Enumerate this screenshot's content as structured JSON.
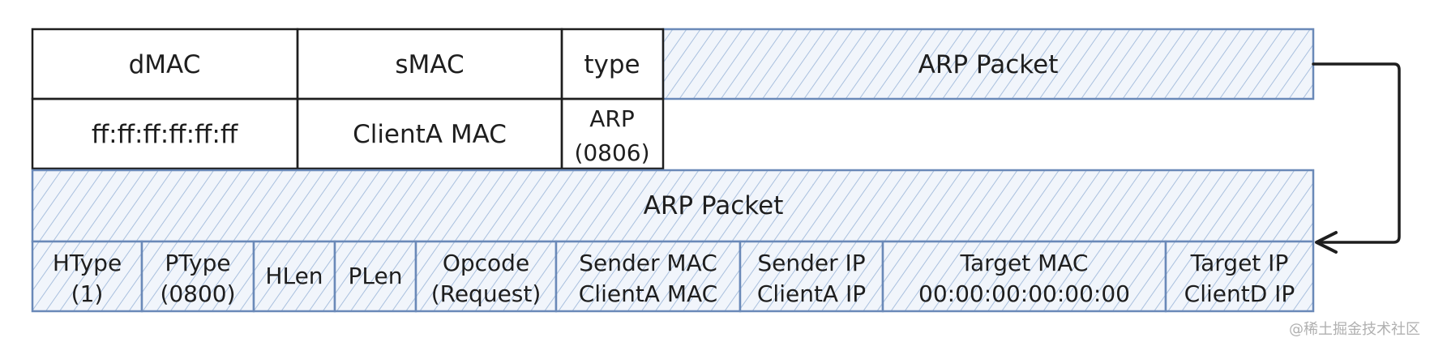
{
  "ethernet_frame": {
    "header_row": {
      "dmac": "dMAC",
      "smac": "sMAC",
      "type": "type",
      "payload": "ARP Packet"
    },
    "value_row": {
      "dmac": "ff:ff:ff:ff:ff:ff",
      "smac": "ClientA MAC",
      "type_line1": "ARP",
      "type_line2": "(0806)"
    }
  },
  "arp_packet": {
    "title": "ARP Packet",
    "fields": [
      {
        "name": "HType",
        "value": "(1)"
      },
      {
        "name": "PType",
        "value": "(0800)"
      },
      {
        "name": "HLen",
        "value": ""
      },
      {
        "name": "PLen",
        "value": ""
      },
      {
        "name": "Opcode",
        "value": "(Request)"
      },
      {
        "name": "Sender MAC",
        "value": "ClientA MAC"
      },
      {
        "name": "Sender IP",
        "value": "ClientA IP"
      },
      {
        "name": "Target MAC",
        "value": "00:00:00:00:00:00"
      },
      {
        "name": "Target IP",
        "value": "ClientD IP"
      }
    ]
  },
  "watermark": "@稀土掘金技术社区",
  "colors": {
    "stroke": "#1e1e1e",
    "blue_stroke": "#6a89b8",
    "hatch": "#a9c0de",
    "hatch_bg": "#eef3fa"
  }
}
